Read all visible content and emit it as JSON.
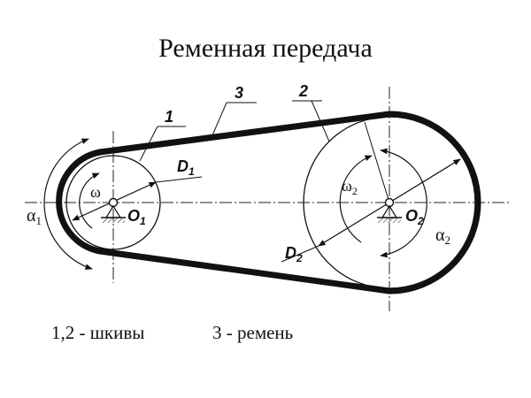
{
  "title": "Ременная передача",
  "labels": {
    "pulley1_number": "1",
    "pulley2_number": "2",
    "belt_number": "3",
    "d1": "D",
    "d1_sub": "1",
    "d2": "D",
    "d2_sub": "2",
    "o1": "O",
    "o1_sub": "1",
    "o2": "O",
    "o2_sub": "2",
    "omega1": "ω",
    "omega2": "ω",
    "omega2_sub": "2",
    "alpha1": "α",
    "alpha1_sub": "1",
    "alpha2": "α",
    "alpha2_sub": "2"
  },
  "captions": {
    "pulleys": "1,2 - шкивы",
    "belt": "3 - ремень"
  }
}
